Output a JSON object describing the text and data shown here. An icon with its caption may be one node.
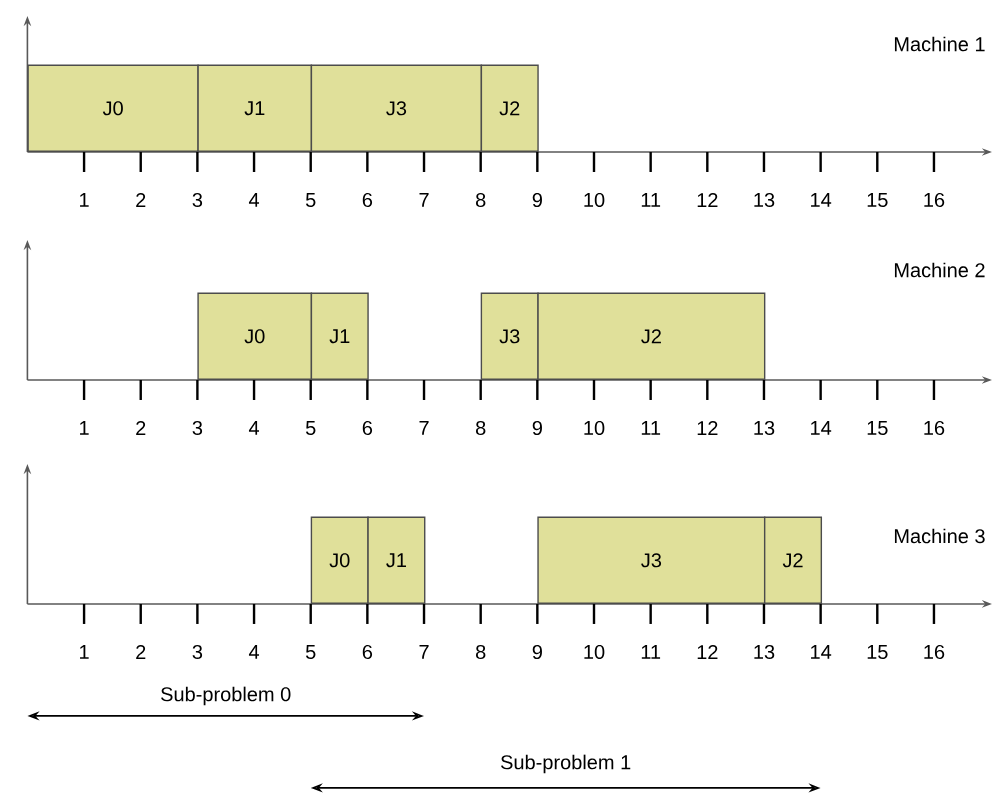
{
  "diagram": {
    "nodes": [
      {
        "text": [
          "J0"
        ]
      },
      {
        "text": [
          "J1"
        ]
      },
      {
        "text": [
          "J3"
        ]
      },
      {
        "text": [
          "J2"
        ]
      },
      {
        "text": [
          "J0"
        ]
      },
      {
        "text": [
          "J1"
        ]
      },
      {
        "text": [
          "J3"
        ]
      },
      {
        "text": [
          "J2"
        ]
      },
      {
        "text": [
          "J0"
        ]
      },
      {
        "text": [
          "J1"
        ]
      },
      {
        "text": [
          "J3"
        ]
      },
      {
        "text": [
          "J2"
        ]
      }
    ],
    "edges": [],
    "labels": [
      "Machine 1",
      "1",
      "2",
      "3",
      "4",
      "5",
      "6",
      "7",
      "8",
      "9",
      "10",
      "11",
      "12",
      "13",
      "14",
      "15",
      "16",
      "Machine 2",
      "1",
      "2",
      "3",
      "4",
      "5",
      "6",
      "7",
      "8",
      "9",
      "10",
      "11",
      "12",
      "13",
      "14",
      "15",
      "16",
      "Machine 3",
      "1",
      "2",
      "3",
      "4",
      "5",
      "6",
      "7",
      "8",
      "9",
      "10",
      "11",
      "12",
      "13",
      "14",
      "15",
      "16",
      "Sub-problem 0",
      "Sub-problem 1"
    ]
  }
}
